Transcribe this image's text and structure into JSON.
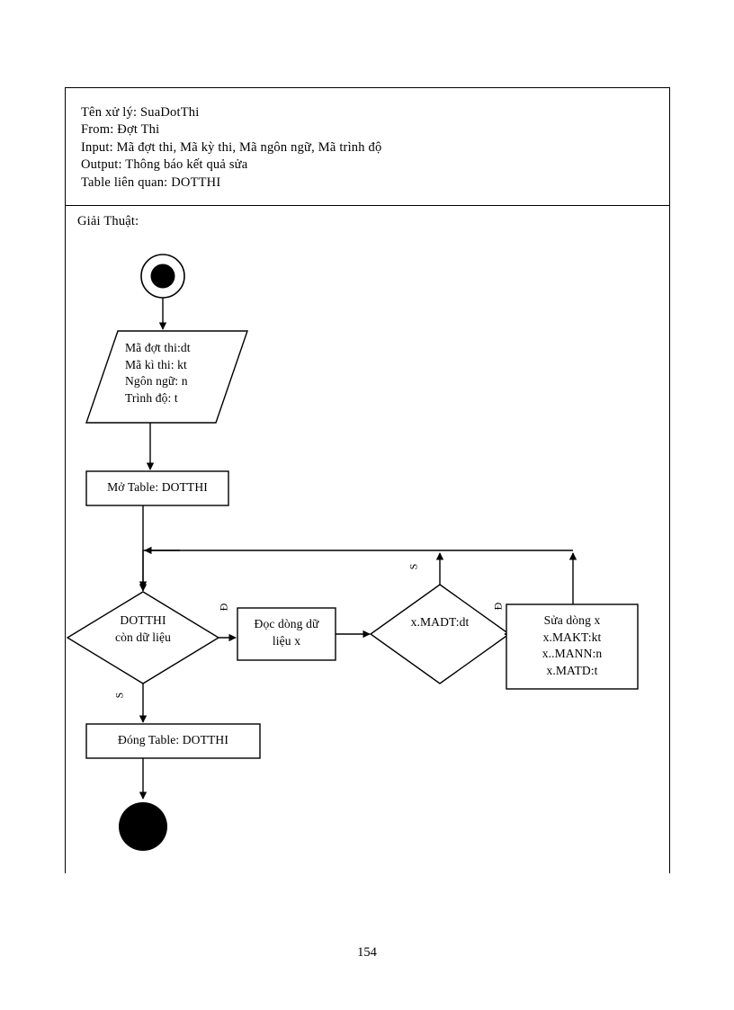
{
  "document": {
    "page_number": "154"
  },
  "header": {
    "lines": [
      "Tên xử lý:  SuaDotThi",
      "From: Đợt Thi",
      "Input:  Mã đợt thi,  Mã kỳ thi,  Mã ngôn ngữ,  Mã trình  độ",
      "Output:  Thông  báo kết quả sửa",
      "Table  liên  quan:  DOTTHI"
    ]
  },
  "section": {
    "algorithm_label": "Giải Thuật:"
  },
  "flowchart": {
    "start_node": "start-node",
    "end_node": "end-node",
    "input_node": {
      "lines": [
        "Mã đợt thi:dt",
        "Mã kì thi:  kt",
        "Ngôn ngữ: n",
        "Trình  độ: t"
      ]
    },
    "open_table": "Mở Table:  DOTTHI",
    "decision_loop": {
      "line1": "DOTTHI",
      "line2": "còn dữ liệu"
    },
    "read_row": {
      "line1": "Đọc dòng dữ",
      "line2": "liệu x"
    },
    "decision_match": "x.MADT:dt",
    "update_row": {
      "lines": [
        "Sửa dòng  x",
        "x.MAKT:kt",
        "x..MANN:n",
        "x.MATD:t"
      ]
    },
    "close_table": "Đóng Table: DOTTHI",
    "branch_labels": {
      "loop_true": "Đ",
      "loop_false": "S",
      "match_true": "Đ",
      "match_false": "S"
    }
  },
  "colors": {
    "ink": "#000000",
    "paper": "#ffffff"
  }
}
